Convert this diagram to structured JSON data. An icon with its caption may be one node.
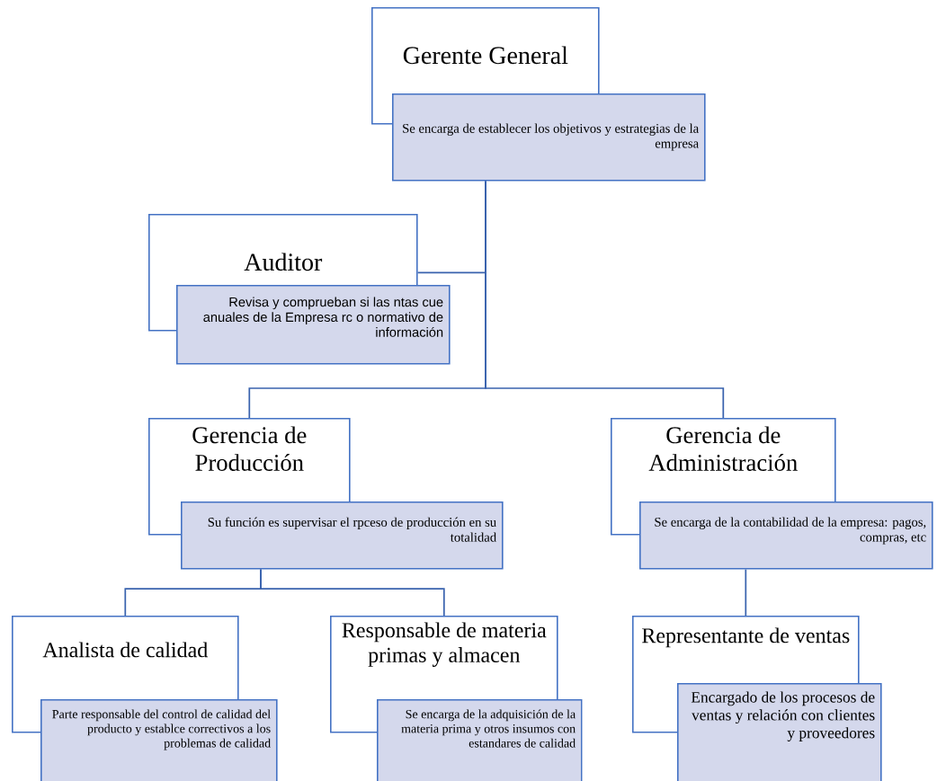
{
  "diagram": {
    "nodes": [
      {
        "text": [
          "Gerente General"
        ]
      },
      {
        "text": [
          "Se encarga de establecer los objetivos y estrategias de la empresa"
        ]
      },
      {
        "text": [
          "Auditor"
        ]
      },
      {
        "text": [
          "Revisa y comprueban si las ntas cue anuales de la Empresa rc o normativo de información"
        ]
      },
      {
        "text": [
          "Gerencia de Producción"
        ]
      },
      {
        "text": [
          "Su función es supervisar el rpceso de producción en su totalidad"
        ]
      },
      {
        "text": [
          "Gerencia de Administración"
        ]
      },
      {
        "text": [
          "Se encarga de la contabilidad de la empresa: pagos, compras, etc"
        ]
      },
      {
        "text": [
          "Analista de calidad"
        ]
      },
      {
        "text": [
          "Parte responsable del control de calidad del producto y establce correctivos a los problemas de calidad"
        ]
      },
      {
        "text": [
          "Responsable de materia primas y almacen"
        ]
      },
      {
        "text": [
          "Se encarga de la adquisición de la materia prima y otros insumos con estandares de calidad"
        ]
      },
      {
        "text": [
          "Representante de ventas"
        ]
      },
      {
        "text": [
          "Encargado de los procesos de ventas y relación con clientes y proveedores"
        ]
      }
    ],
    "edges": [
      {
        "from": 1,
        "to": 2,
        "arrow": "none"
      },
      {
        "from": 1,
        "to": 4,
        "arrow": "none"
      },
      {
        "from": 1,
        "to": 6,
        "arrow": "none"
      },
      {
        "from": 5,
        "to": 8,
        "arrow": "none"
      },
      {
        "from": 5,
        "to": 10,
        "arrow": "none"
      },
      {
        "from": 7,
        "to": 12,
        "arrow": "none"
      }
    ]
  }
}
